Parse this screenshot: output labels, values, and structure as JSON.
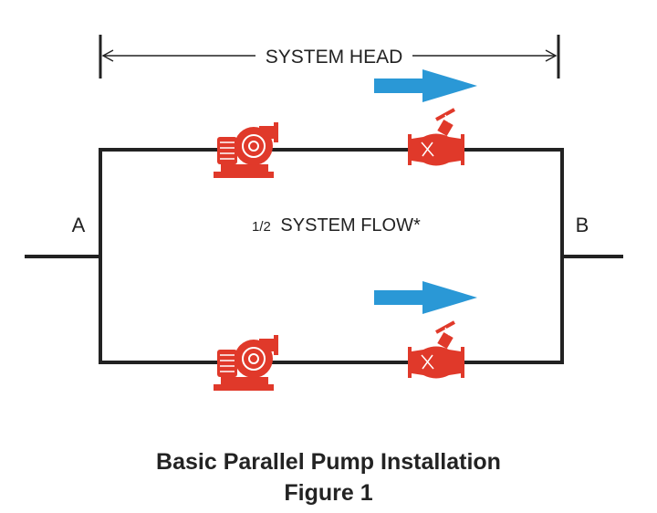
{
  "labels": {
    "system_head": "SYSTEM HEAD",
    "point_a": "A",
    "point_b": "B",
    "flow_fraction": "1/2",
    "flow_text": "SYSTEM FLOW*"
  },
  "caption": {
    "title": "Basic Parallel Pump Installation",
    "figure": "Figure 1"
  },
  "colors": {
    "pipe": "#222222",
    "equipment": "#e0392a",
    "arrow": "#2a98d6"
  },
  "icons": [
    "centrifugal-pump-icon",
    "valve-icon",
    "flow-arrow-icon"
  ]
}
